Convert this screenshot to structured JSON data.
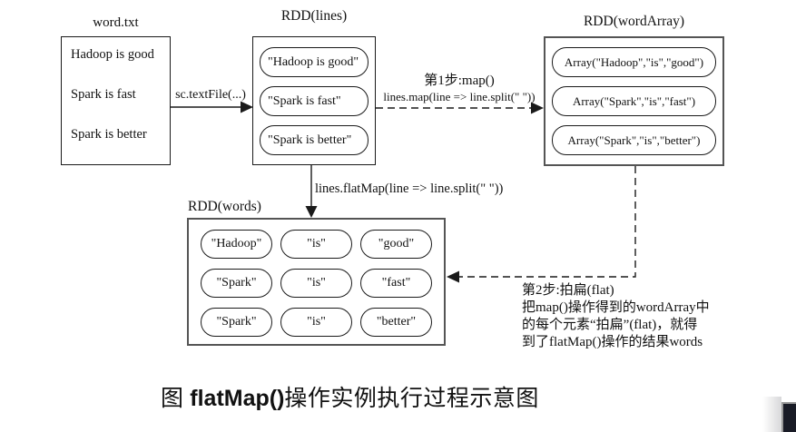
{
  "source_file": {
    "title": "word.txt",
    "lines": [
      "Hadoop is good",
      "Spark is fast",
      "Spark is better"
    ]
  },
  "arrows": {
    "textfile_label": "sc.textFile(...)",
    "map_step_label": "第1步:map()",
    "map_code_label": "lines.map(line => line.split(\" \"))",
    "flatmap_code_label": "lines.flatMap(line => line.split(\" \"))"
  },
  "rdd_lines": {
    "title": "RDD(lines)",
    "items": [
      "\"Hadoop is good\"",
      "\"Spark is fast\"",
      "\"Spark is better\""
    ]
  },
  "rdd_wordarray": {
    "title": "RDD(wordArray)",
    "items": [
      "Array(\"Hadoop\",\"is\",\"good\")",
      "Array(\"Spark\",\"is\",\"fast\")",
      "Array(\"Spark\",\"is\",\"better\")"
    ]
  },
  "rdd_words": {
    "title": "RDD(words)",
    "rows": [
      [
        "\"Hadoop\"",
        "\"is\"",
        "\"good\""
      ],
      [
        "\"Spark\"",
        "\"is\"",
        "\"fast\""
      ],
      [
        "\"Spark\"",
        "\"is\"",
        "\"better\""
      ]
    ]
  },
  "annotation": {
    "lines": [
      "第2步:拍扁(flat)",
      "把map()操作得到的wordArray中",
      "的每个元素“拍扁”(flat)，就得",
      "到了flatMap()操作的结果words"
    ]
  },
  "caption": {
    "prefix": "图 ",
    "code": "flatMap()",
    "suffix": "操作实例执行过程示意图"
  },
  "colors": {
    "line": "#1a1a1a",
    "background": "#ffffff",
    "corner_fill": "#191b26",
    "corner_border": "#9a9a9a"
  }
}
